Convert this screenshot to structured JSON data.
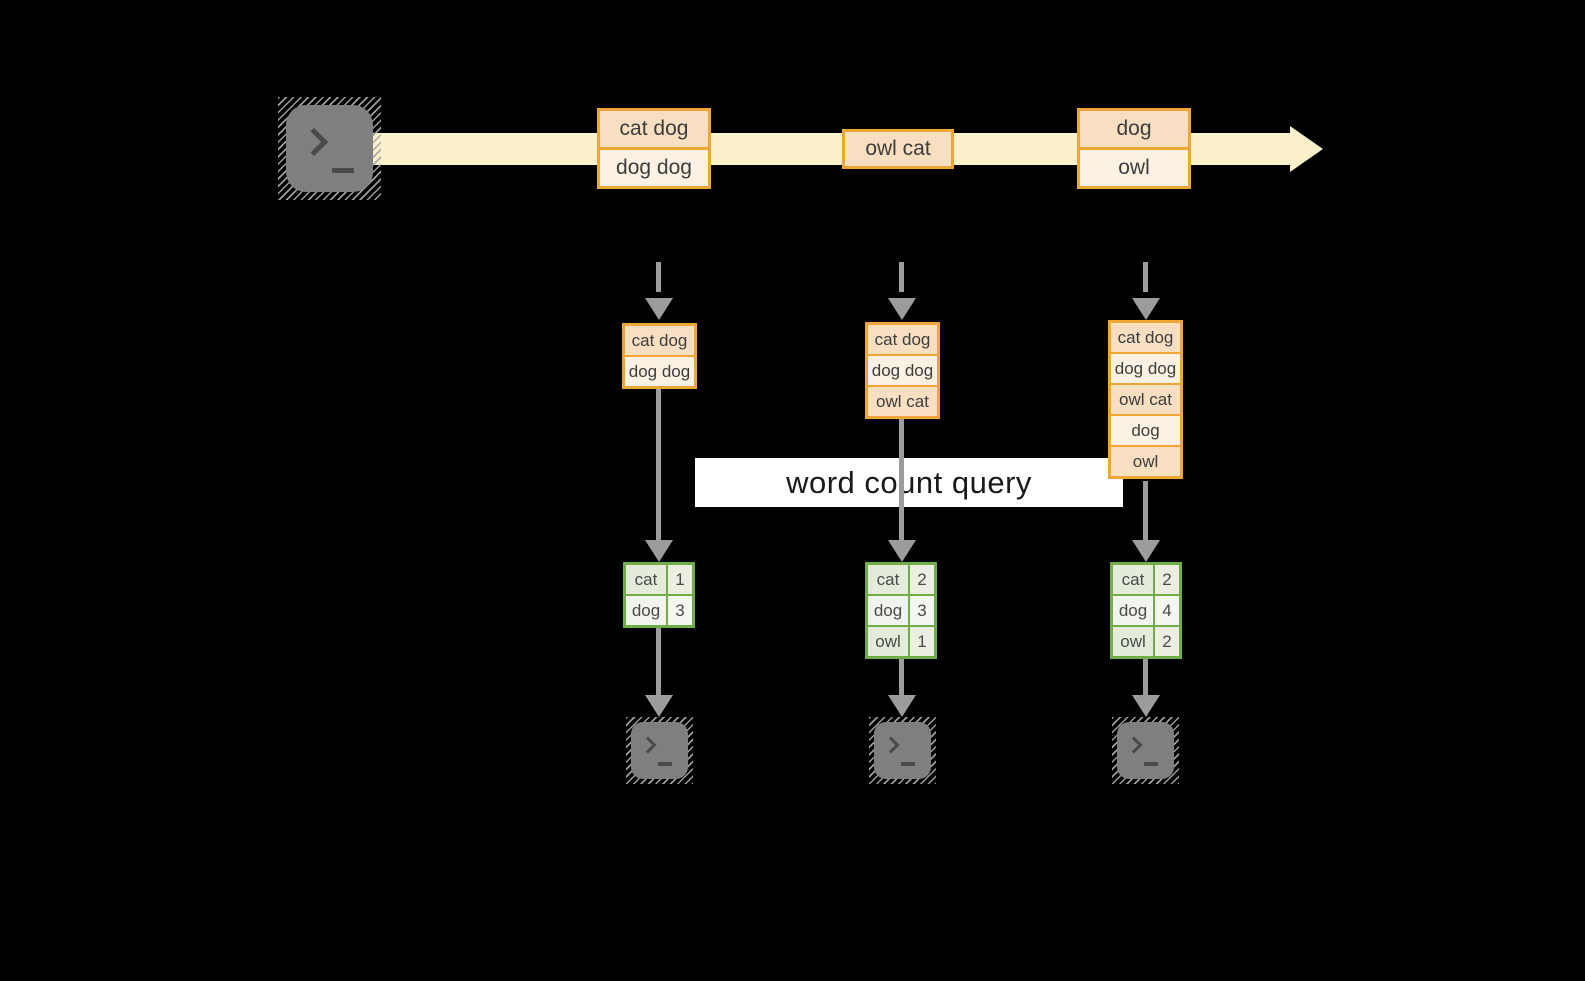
{
  "query_label": "word count query",
  "stream": {
    "events": [
      {
        "lines": [
          "cat dog",
          "dog dog"
        ]
      },
      {
        "lines": [
          "owl cat"
        ]
      },
      {
        "lines": [
          "dog",
          "owl"
        ]
      }
    ]
  },
  "batches": [
    {
      "state": [
        "cat dog",
        "dog dog"
      ],
      "counts": {
        "rows": [
          [
            "cat",
            "1"
          ],
          [
            "dog",
            "3"
          ]
        ]
      }
    },
    {
      "state": [
        "cat dog",
        "dog dog",
        "owl cat"
      ],
      "counts": {
        "rows": [
          [
            "cat",
            "2"
          ],
          [
            "dog",
            "3"
          ],
          [
            "owl",
            "1"
          ]
        ]
      }
    },
    {
      "state": [
        "cat dog",
        "dog dog",
        "owl cat",
        "dog",
        "owl"
      ],
      "counts": {
        "rows": [
          [
            "cat",
            "2"
          ],
          [
            "dog",
            "4"
          ],
          [
            "owl",
            "2"
          ]
        ]
      }
    }
  ],
  "icons": {
    "source": "terminal-icon",
    "sink": "terminal-icon"
  },
  "colors": {
    "background": "#000000",
    "stream_band": "#FAF0CC",
    "event_border": "#F0A637",
    "event_cell_dark": "#F8DFC2",
    "event_cell_light": "#FCF1E2",
    "table_border": "#71AC46",
    "table_cell_dark": "#E4EBDA",
    "table_cell_light": "#F0F4EC",
    "arrow_gray": "#9C9C9C",
    "terminal_gray": "#7F7F7F",
    "query_band_bg": "#FFFFFF"
  }
}
